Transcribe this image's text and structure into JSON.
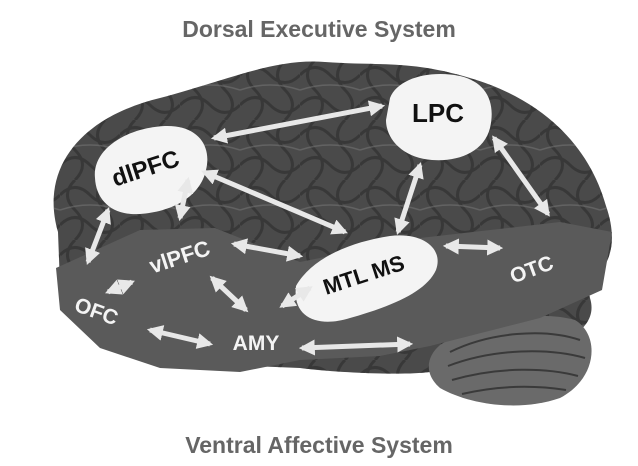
{
  "titles": {
    "top": "Dorsal Executive System",
    "bottom": "Ventral Affective System"
  },
  "regions": {
    "dlpfc": "dlPFC",
    "lpc": "LPC",
    "vlpfc": "vlPFC",
    "mtl_ms": "MTL MS",
    "ofc": "OFC",
    "amy": "AMY",
    "otc": "OTC"
  },
  "connections": [
    [
      "dlPFC",
      "LPC"
    ],
    [
      "dlPFC",
      "MTL MS"
    ],
    [
      "dlPFC",
      "vlPFC"
    ],
    [
      "dlPFC",
      "OFC"
    ],
    [
      "LPC",
      "MTL MS"
    ],
    [
      "LPC",
      "OTC"
    ],
    [
      "vlPFC",
      "OFC"
    ],
    [
      "vlPFC",
      "AMY"
    ],
    [
      "vlPFC",
      "MTL MS"
    ],
    [
      "MTL MS",
      "OTC"
    ],
    [
      "AMY",
      "MTL MS"
    ],
    [
      "OFC",
      "AMY"
    ],
    [
      "AMY",
      "OTC"
    ]
  ],
  "colors": {
    "title_text": "#666666",
    "brain_fill": "#4a4a4a",
    "dorsal_region": "#f4f4f4",
    "ventral_band": "#5a5a5a",
    "arrow": "#e8e8e8"
  }
}
